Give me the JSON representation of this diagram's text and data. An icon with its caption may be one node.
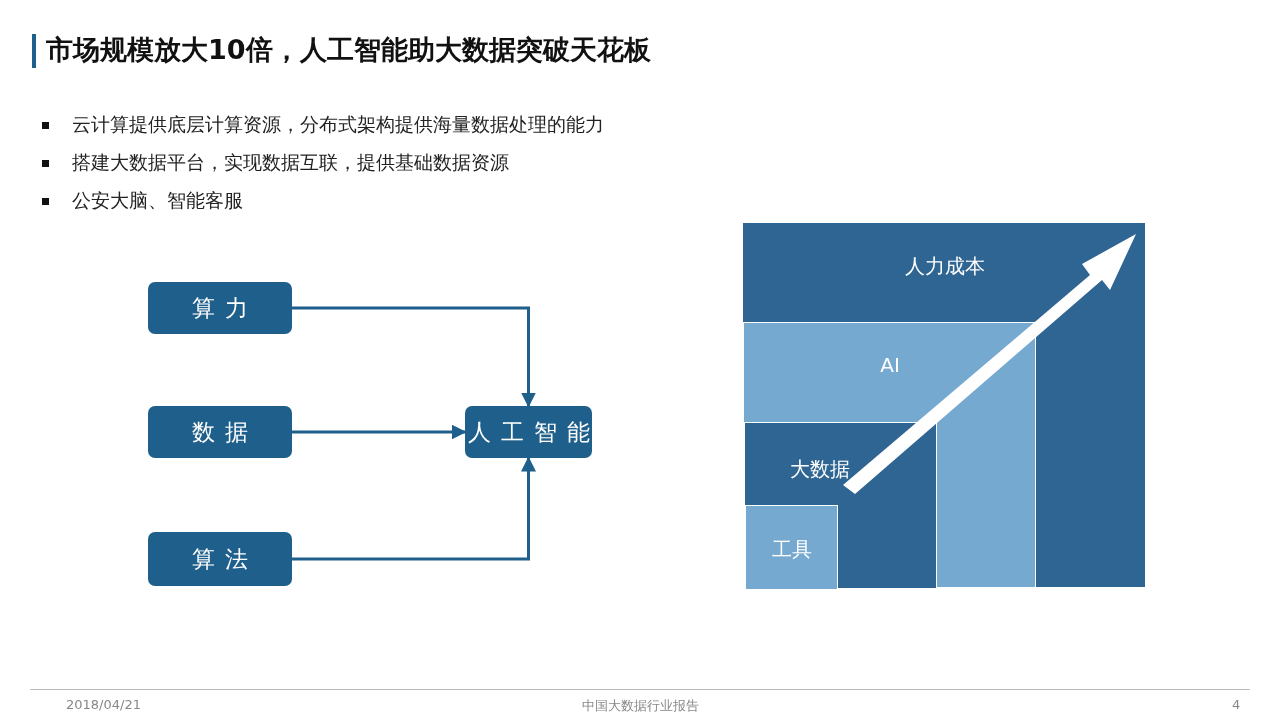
{
  "diagram": {
    "title": "市场规模放大10倍，人工智能助大数据突破天花板",
    "nodes": [
      {
        "text": [
          "算力"
        ]
      },
      {
        "text": [
          "数据"
        ]
      },
      {
        "text": [
          "算法"
        ]
      },
      {
        "text": [
          "人工智能"
        ]
      },
      {
        "text": [
          "人力成本"
        ]
      },
      {
        "text": [
          "AI"
        ],
        "in": 4
      },
      {
        "text": [
          "大数据"
        ],
        "in": 5
      },
      {
        "text": [
          "工具"
        ],
        "in": 6
      }
    ],
    "edges": [
      {
        "from": 0,
        "to": 3,
        "arrow": "to"
      },
      {
        "from": 1,
        "to": 3,
        "arrow": "to"
      },
      {
        "from": 2,
        "to": 3,
        "arrow": "to"
      }
    ],
    "labels": [
      "云计算提供底层计算资源，分布式架构提供海量数据处理的能力",
      "搭建大数据平台，实现数据互联，提供基础数据资源",
      "公安大脑、智能客服",
      "2018/04/21",
      "中国大数据行业报告",
      "4"
    ]
  }
}
